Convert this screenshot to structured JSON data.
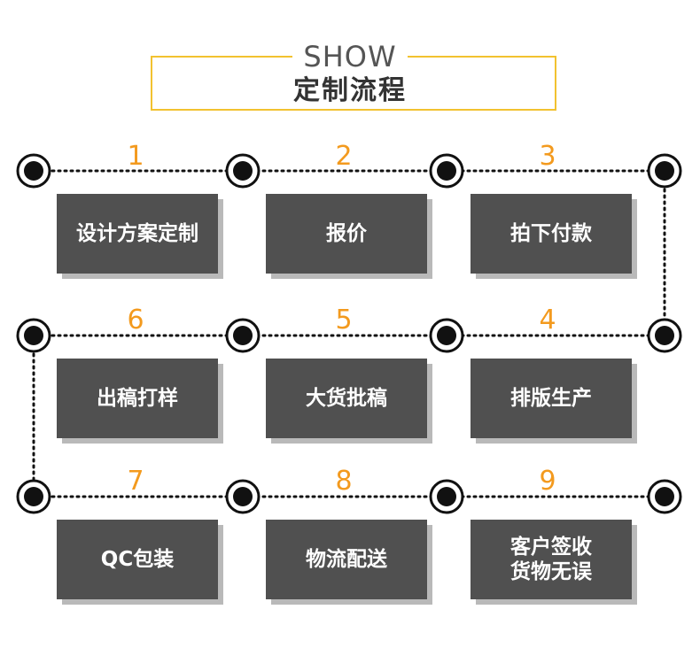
{
  "header": {
    "title_en": "SHOW",
    "title_cn": "定制流程"
  },
  "colors": {
    "accent": "#f2c230",
    "number": "#f39a1e",
    "box": "#505050",
    "node": "#111111"
  },
  "steps": [
    {
      "number": "1",
      "label": "设计方案定制"
    },
    {
      "number": "2",
      "label": "报价"
    },
    {
      "number": "3",
      "label": "拍下付款"
    },
    {
      "number": "4",
      "label": "排版生产"
    },
    {
      "number": "5",
      "label": "大货批稿"
    },
    {
      "number": "6",
      "label": "出稿打样"
    },
    {
      "number": "7",
      "label": "QC包装"
    },
    {
      "number": "8",
      "label": "物流配送"
    },
    {
      "number": "9",
      "label": "客户签收\n货物无误"
    }
  ]
}
